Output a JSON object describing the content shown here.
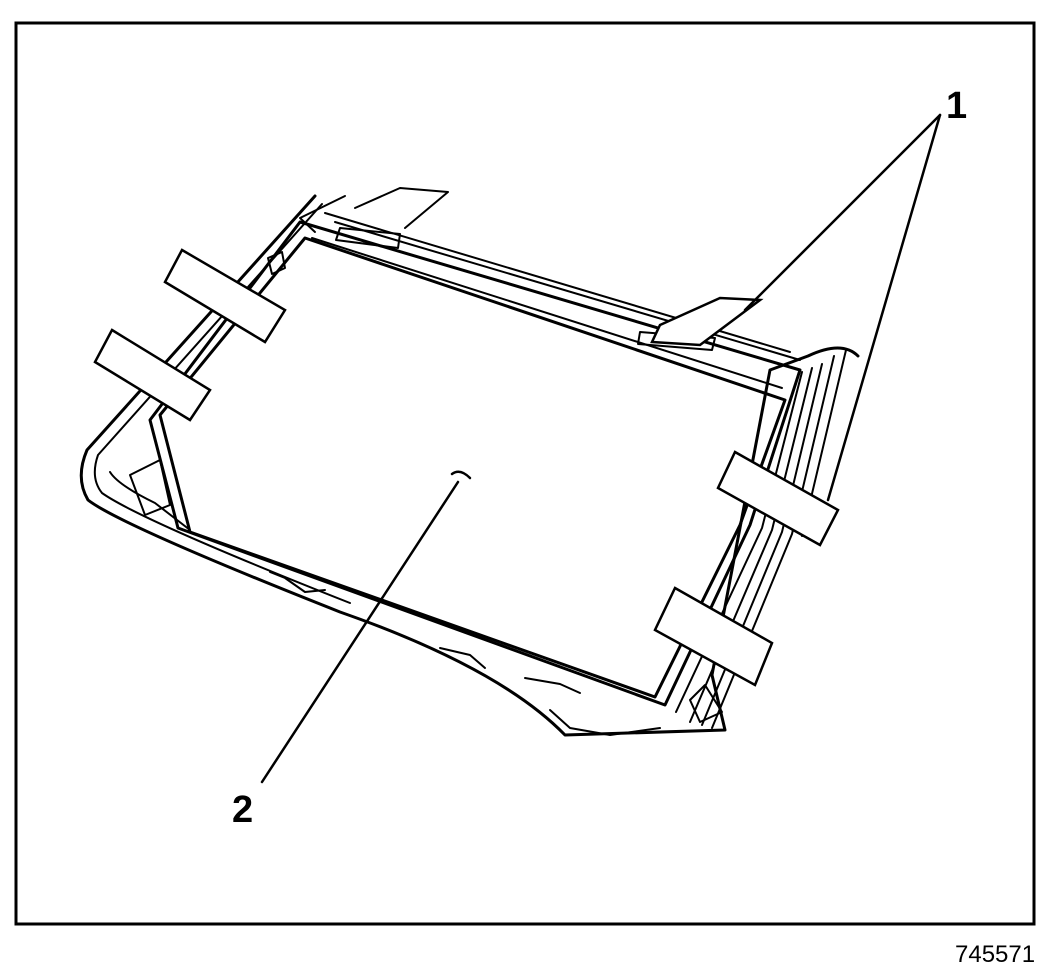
{
  "figure": {
    "figure_id": "745571",
    "callouts": [
      {
        "id": "callout-1",
        "label": "1"
      },
      {
        "id": "callout-2",
        "label": "2"
      }
    ],
    "colors": {
      "line": "#000000",
      "background": "#ffffff"
    }
  }
}
